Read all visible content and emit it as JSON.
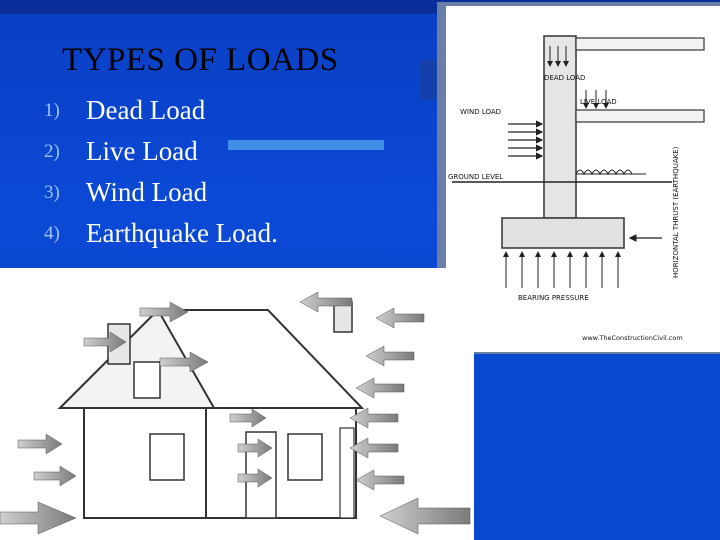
{
  "slide": {
    "title": "TYPES OF LOADS",
    "items": [
      {
        "num": "1)",
        "label": "Dead Load"
      },
      {
        "num": "2)",
        "label": "Live Load"
      },
      {
        "num": "3)",
        "label": "Wind Load"
      },
      {
        "num": "4)",
        "label": "Earthquake Load."
      }
    ]
  },
  "diagram": {
    "dead_load": "DEAD LOAD",
    "live_load": "LIVE LOAD",
    "wind_load": "WIND LOAD",
    "ground_level": "GROUND LEVEL",
    "bearing_pressure": "BEARING PRESSURE",
    "horizontal_thrust": "HORIZONTAL THRUST (EARTHQUAKE)",
    "source": "www.TheConstructionCivil.com"
  },
  "colors": {
    "background": "#0b49d6",
    "title": "#000000",
    "item_text": "#ffffff",
    "bullet": "#9fc3ff",
    "accent": "#3f8fe6"
  }
}
